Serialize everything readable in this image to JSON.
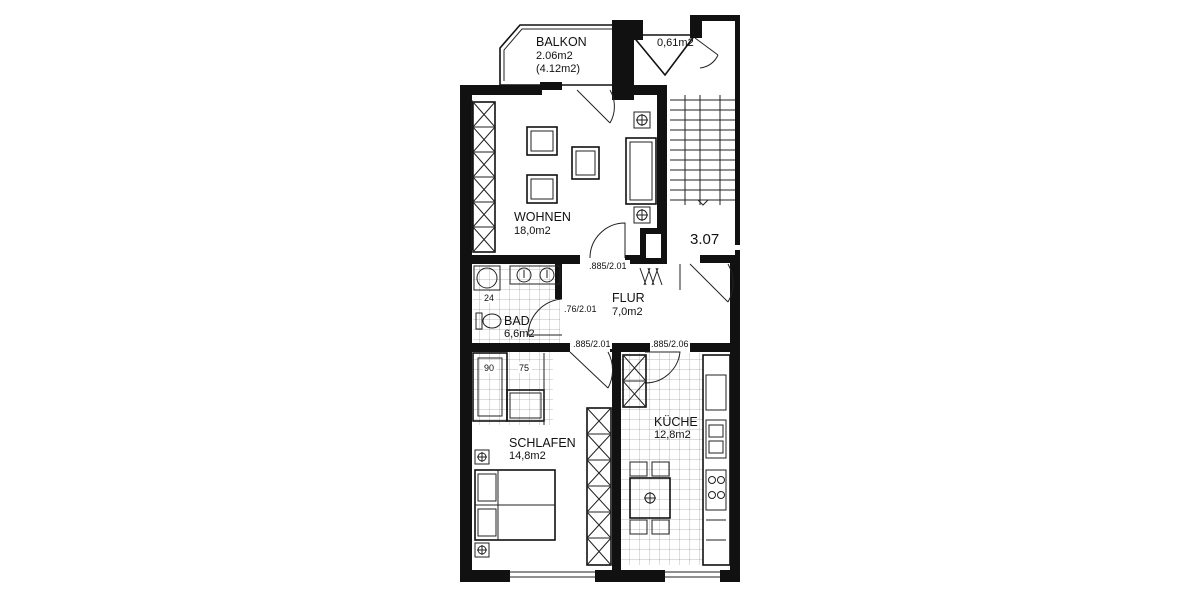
{
  "rooms": {
    "balkon": {
      "name": "BALKON",
      "area": "2.06m2",
      "area2": "(4.12m2)"
    },
    "storage": {
      "area": "0,61m2"
    },
    "wohnen": {
      "name": "WOHNEN",
      "area": "18,0m2"
    },
    "flur": {
      "name": "FLUR",
      "area": "7,0m2"
    },
    "bad": {
      "name": "BAD",
      "area": "6,6m2"
    },
    "schlafen": {
      "name": "SCHLAFEN",
      "area": "14,8m2"
    },
    "kueche": {
      "name": "KÜCHE",
      "area": "12,8m2"
    }
  },
  "unit_number": "3.07",
  "dimensions": {
    "door_wohnen": ".885/2.01",
    "door_bad": ".76/2.01",
    "door_schlafen": ".885/2.01",
    "door_kueche": ".885/2.06",
    "bath_small": "24",
    "bath_width": "90",
    "shower_width": "75"
  }
}
